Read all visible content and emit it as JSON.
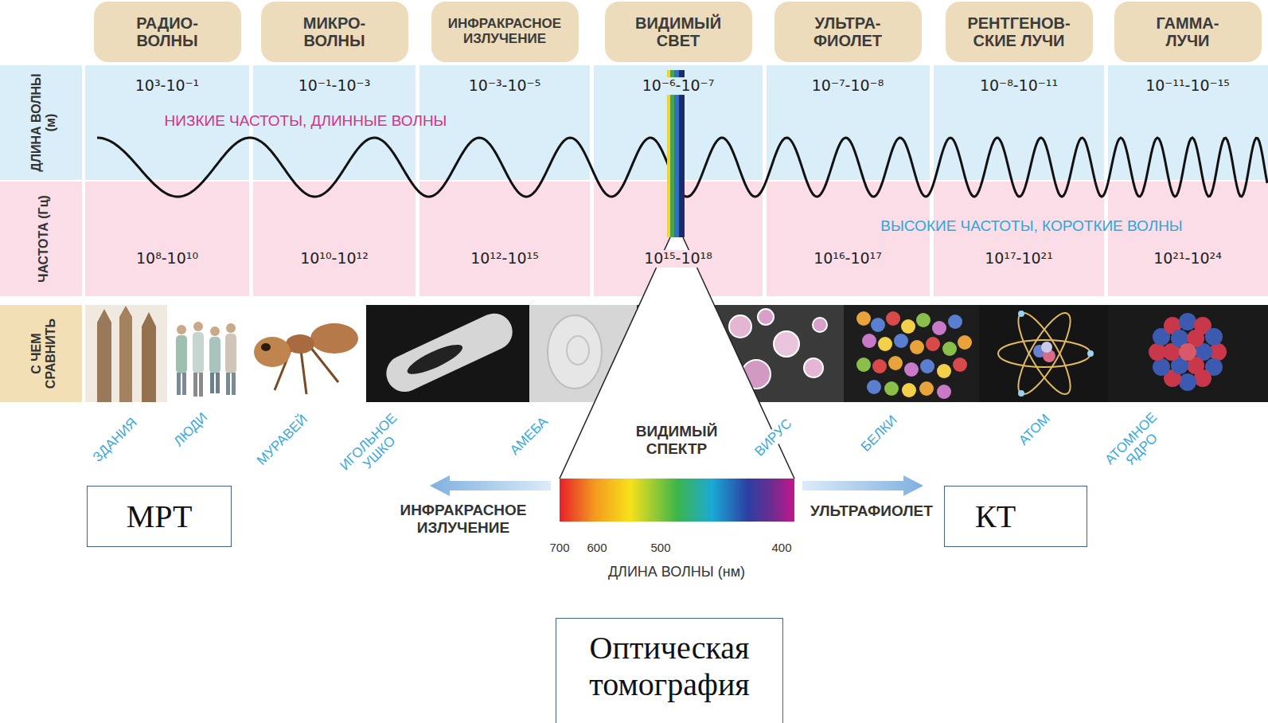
{
  "diagram": {
    "nodes": [
      {
        "text": [
          "РАДИО- ВОЛНЫ"
        ]
      },
      {
        "text": [
          "МИКРО- ВОЛНЫ"
        ]
      },
      {
        "text": [
          "ИНФРАКРАСНОЕ ИЗЛУЧЕНИЕ"
        ]
      },
      {
        "text": [
          "ВИДИМЫЙ СВЕТ"
        ]
      },
      {
        "text": [
          "УЛЬТРА- ФИОЛЕТ"
        ]
      },
      {
        "text": [
          "РЕНТГЕНОВ- СКИЕ ЛУЧИ"
        ]
      },
      {
        "text": [
          "ГАММА- ЛУЧИ"
        ]
      },
      {
        "text": [
          "МРТ"
        ]
      },
      {
        "text": [
          "КТ"
        ]
      },
      {
        "text": [
          "Оптическая томография"
        ]
      }
    ],
    "labels": [
      "ДЛИНА ВОЛНЫ (м)",
      "ЧАСТОТА (Гц)",
      "С ЧЕМ СРАВНИТЬ",
      "10³-10⁻¹",
      "10⁻¹-10⁻³",
      "10⁻³-10⁻⁵",
      "10⁻⁶-10⁻⁷",
      "10⁻⁷-10⁻⁸",
      "10⁻⁸-10⁻¹¹",
      "10⁻¹¹-10⁻¹⁵",
      "НИЗКИЕ ЧАСТОТЫ, ДЛИННЫЕ ВОЛНЫ",
      "ВЫСОКИЕ ЧАСТОТЫ, КОРОТКИЕ ВОЛНЫ",
      "10⁸-10¹⁰",
      "10¹⁰-10¹²",
      "10¹²-10¹⁵",
      "10¹⁵-10¹⁸",
      "10¹⁶-10¹⁷",
      "10¹⁷-10²¹",
      "10²¹-10²⁴",
      "ЗДАНИЯ",
      "ЛЮДИ",
      "МУРАВЕЙ",
      "ИГОЛЬНОЕ УШКО",
      "АМЕБА",
      "ВИРУС",
      "БЕЛКИ",
      "АТОМ",
      "АТОМНОЕ ЯДРО",
      "ВИДИМЫЙ СПЕКТР",
      "ИНФРАКРАСНОЕ ИЗЛУЧЕНИЕ",
      "УЛЬТРАФИОЛЕТ",
      "700",
      "600",
      "500",
      "400",
      "ДЛИНА ВОЛНЫ (нм)"
    ]
  }
}
